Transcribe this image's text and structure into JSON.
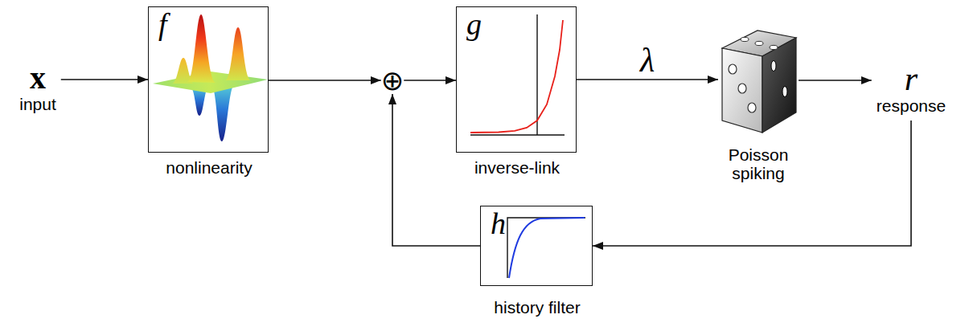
{
  "diagram": {
    "nodes": [
      {
        "text": [
          "x",
          "input"
        ]
      },
      {
        "text": [
          "f",
          "nonlinearity"
        ]
      },
      {
        "text": [
          "⊕"
        ]
      },
      {
        "text": [
          "g",
          "inverse-link"
        ]
      },
      {
        "text": [
          "Poisson spiking"
        ]
      },
      {
        "text": [
          "r",
          "response"
        ]
      },
      {
        "text": [
          "h",
          "history filter"
        ]
      }
    ],
    "edges": [
      {
        "from": 0,
        "to": 1,
        "arrow": "to"
      },
      {
        "from": 1,
        "to": 2,
        "arrow": "to"
      },
      {
        "from": 2,
        "to": 3,
        "arrow": "to"
      },
      {
        "from": 3,
        "to": 4,
        "label": "λ",
        "arrow": "to"
      },
      {
        "from": 4,
        "to": 5,
        "arrow": "to"
      },
      {
        "from": 5,
        "to": 6,
        "arrow": "to"
      },
      {
        "from": 6,
        "to": 2,
        "arrow": "to"
      }
    ]
  }
}
